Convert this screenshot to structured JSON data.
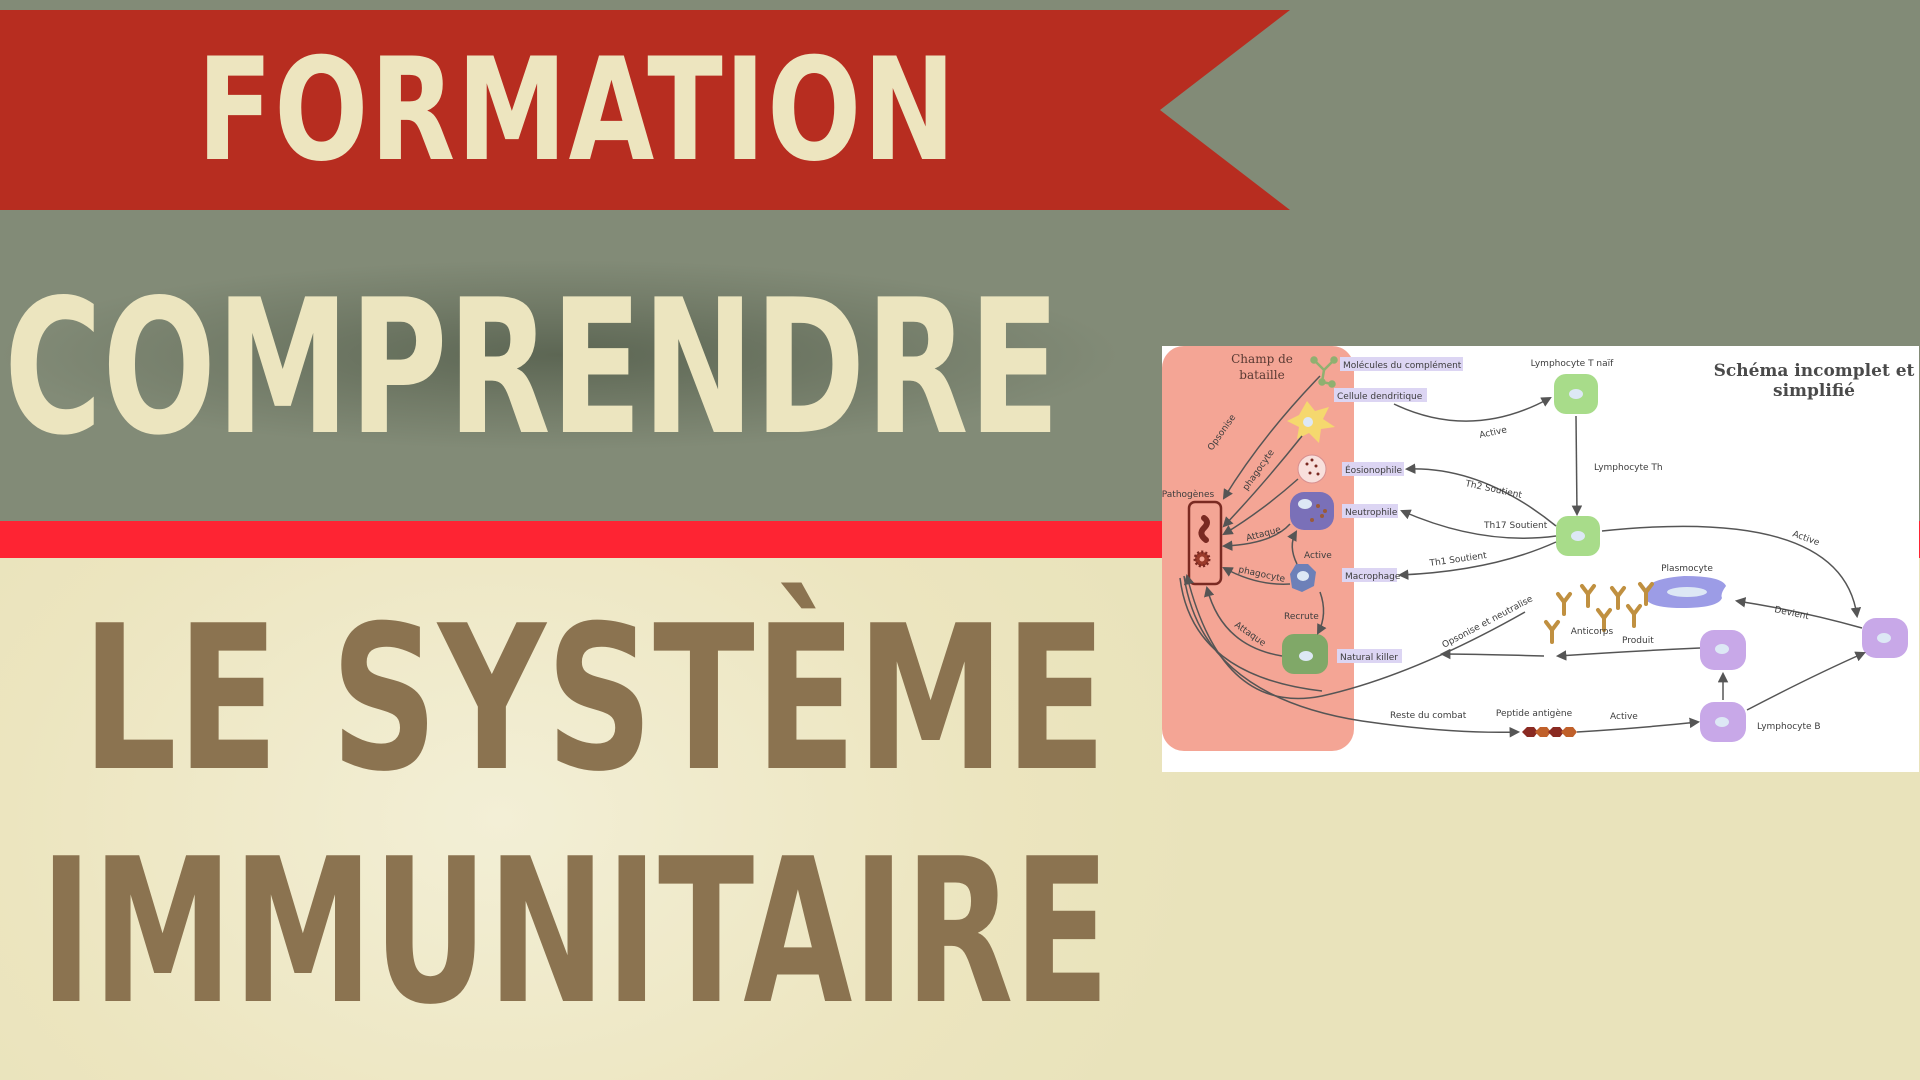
{
  "banner": {
    "label": "FORMATION",
    "color": "#b72d20",
    "text_color": "#ede5bf"
  },
  "subtitle": {
    "label": "COMPRENDRE",
    "text_color": "#ece5bf"
  },
  "title": {
    "line1": "LE SYSTÈME",
    "line2": "IMMUNITAIRE",
    "text_color": "#8b7350"
  },
  "colors": {
    "top_background": "#828b77",
    "stripe": "#fe2433",
    "bottom_background": "#ece5bf",
    "battlefield": "#f4a595"
  },
  "diagram": {
    "title_line1": "Schéma incomplet et",
    "title_line2": "simplifié",
    "battlefield_line1": "Champ de",
    "battlefield_line2": "bataille",
    "pathogens": "Pathogènes",
    "cells": {
      "complement": "Molécules du complément",
      "dendritic": "Cellule dendritique",
      "eosinophil": "Éosionophile",
      "neutrophil": "Neutrophile",
      "macrophage": "Macrophage",
      "nk": "Natural killer",
      "t_naive": "Lymphocyte T naïf",
      "th": "Lymphocyte Th",
      "plasmocyte": "Plasmocyte",
      "antibodies": "Anticorps",
      "peptide": "Peptide antigène",
      "b_cell": "Lymphocyte B"
    },
    "arrows": {
      "opsonise": "Opsonise",
      "phagocyte1": "phagocyte",
      "attaque1": "Attaque",
      "active_mac": "Active",
      "phagocyte2": "phagocyte",
      "recrute": "Recrute",
      "attaque2": "Attaque",
      "active_dc": "Active",
      "th2": "Th2 Soutient",
      "th17": "Th17 Soutient",
      "th1": "Th1 Soutient",
      "active_th_b": "Active",
      "devient": "Devient",
      "produit": "Produit",
      "opsonise_neutralise": "Opsonise et neutralise",
      "reste": "Reste du combat",
      "active_peptide": "Active"
    }
  }
}
